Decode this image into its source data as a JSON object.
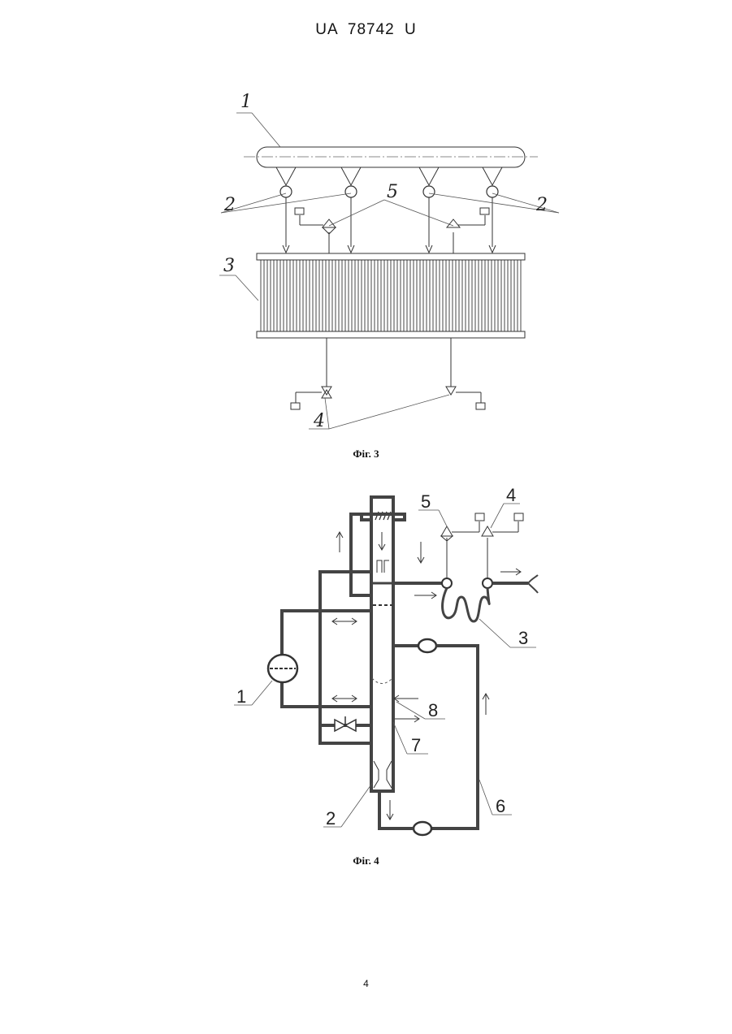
{
  "header": {
    "doc_id": "UA   78742   U"
  },
  "figures": [
    {
      "caption": "Фіг. 3",
      "labels": [
        "1",
        "2",
        "2",
        "5",
        "3",
        "4"
      ]
    },
    {
      "caption": "Фіг. 4",
      "labels": [
        "5",
        "4",
        "3",
        "1",
        "8",
        "7",
        "2",
        "6"
      ]
    }
  ],
  "page_number": "4"
}
